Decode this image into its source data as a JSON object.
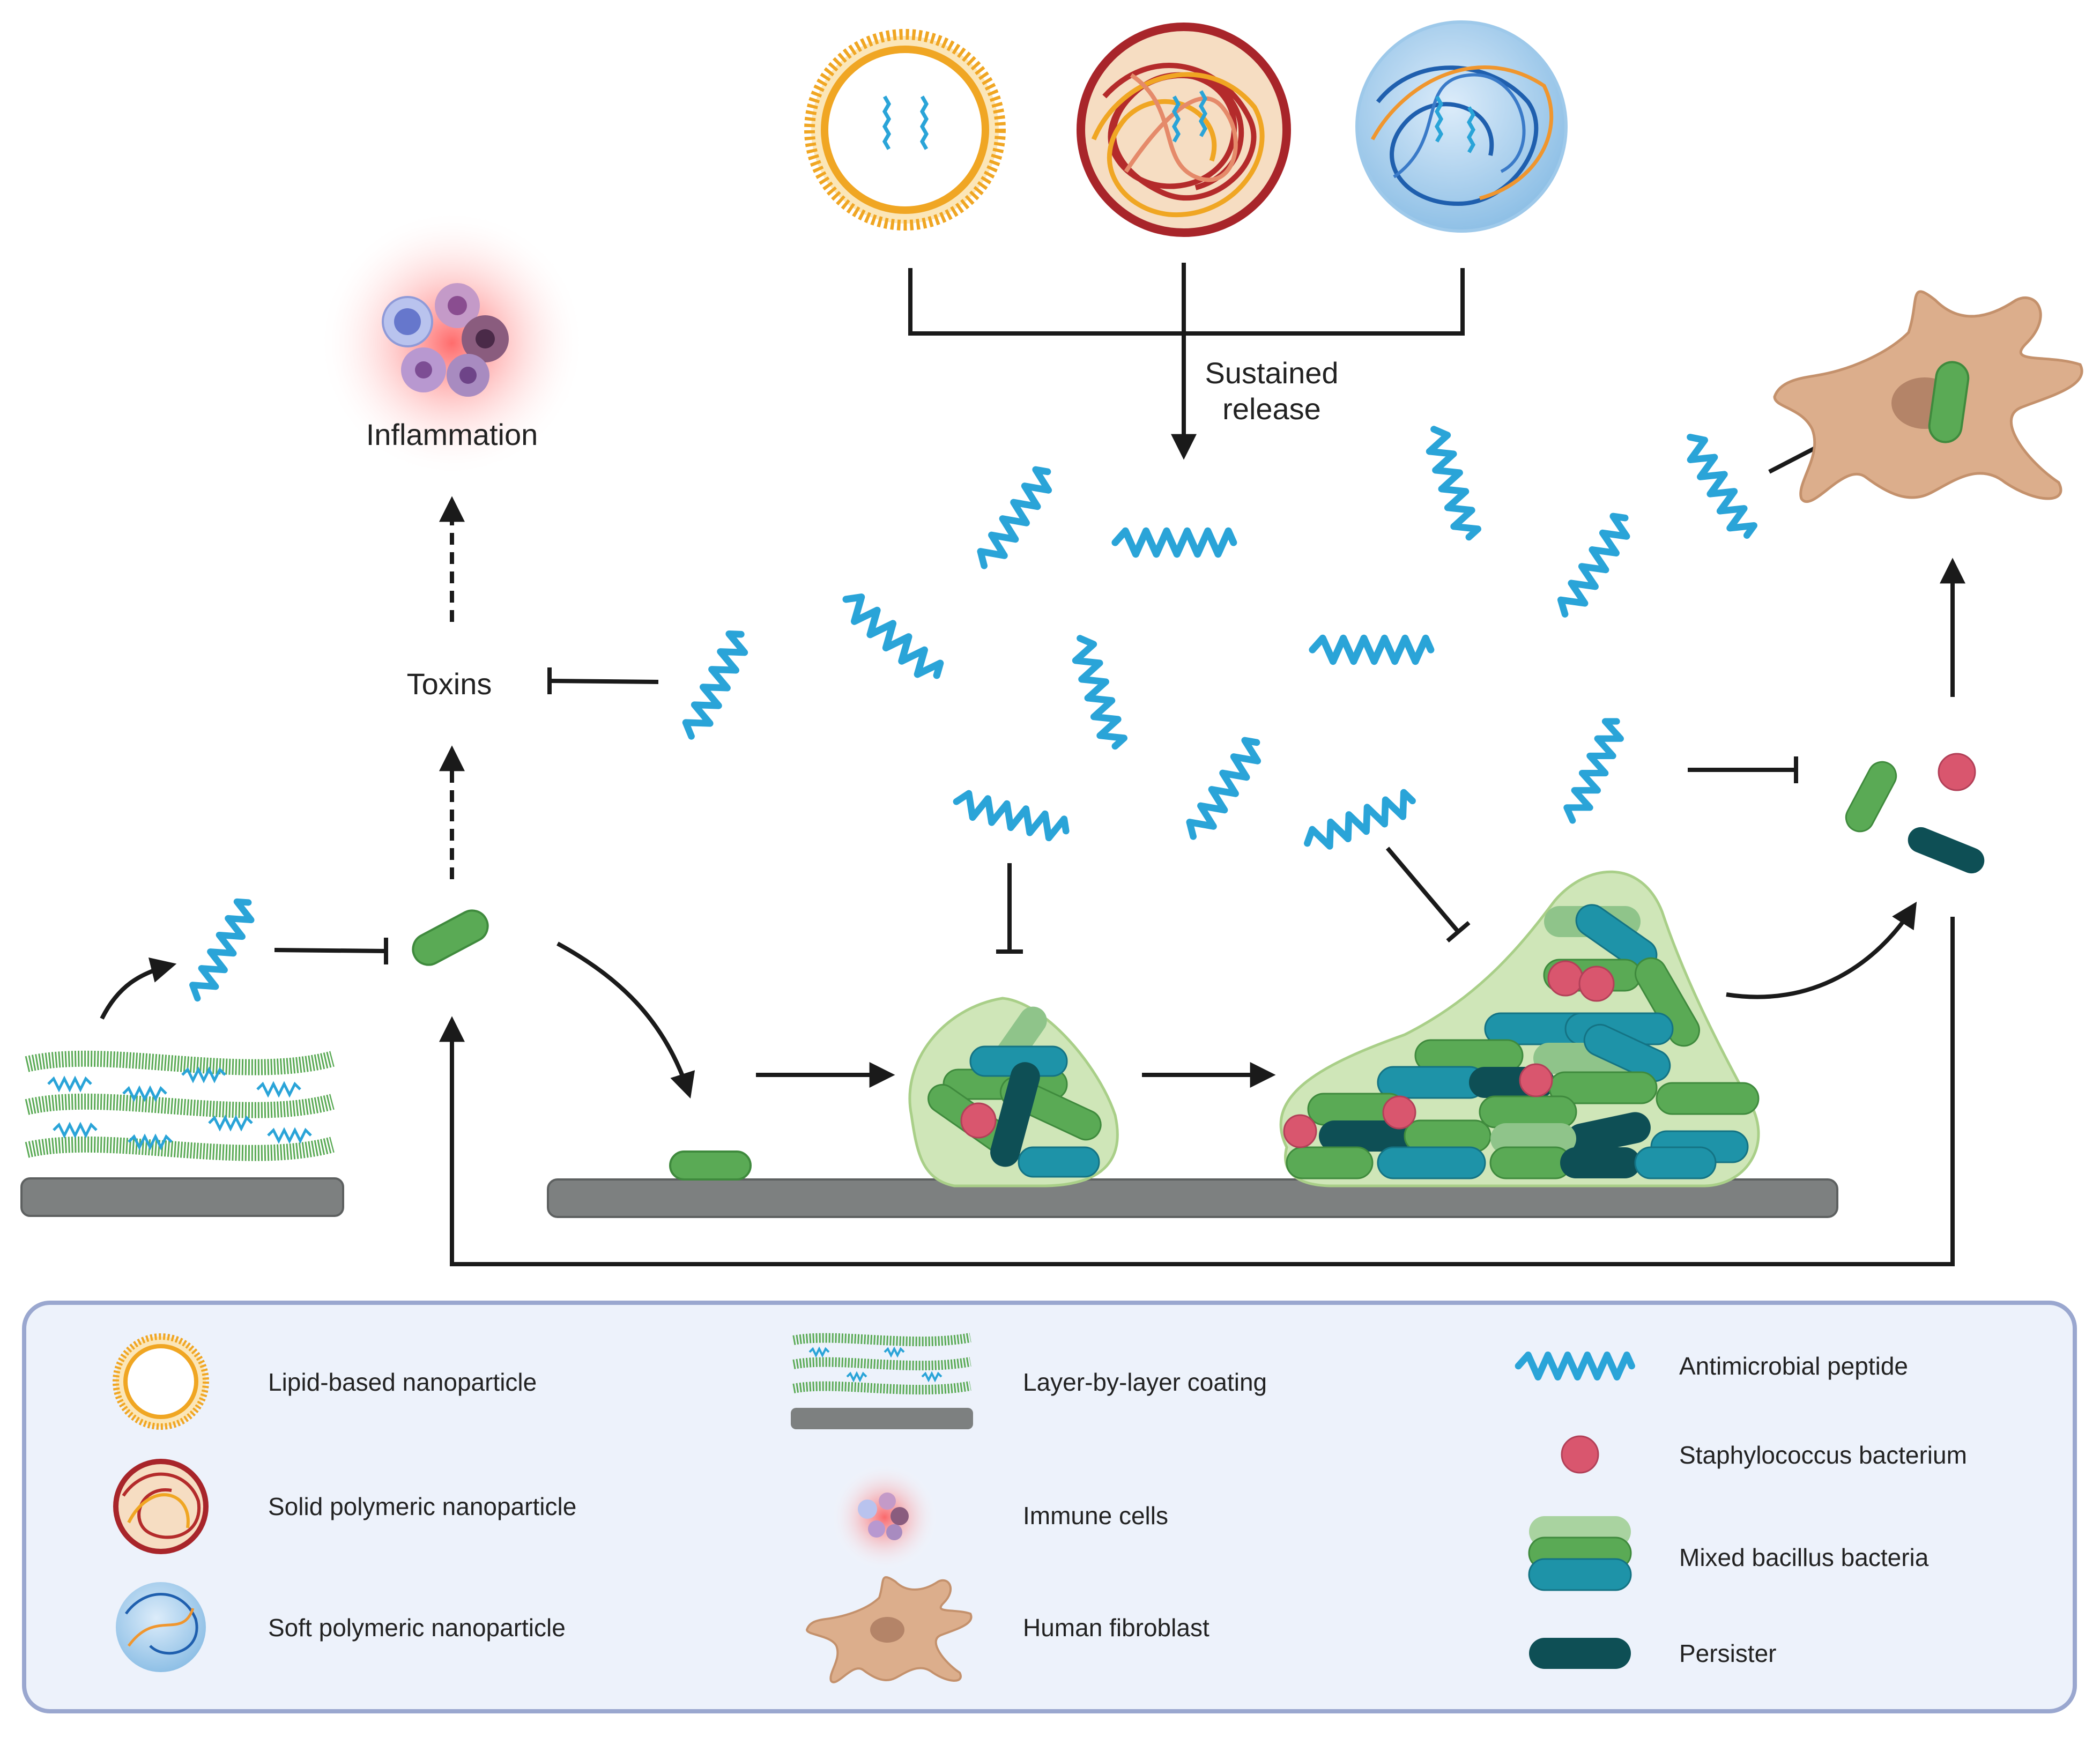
{
  "labels": {
    "inflammation": "Inflammation",
    "toxins": "Toxins",
    "sustained_release_1": "Sustained",
    "sustained_release_2": "release"
  },
  "legend": {
    "lipid": "Lipid-based nanoparticle",
    "solid": "Solid polymeric nanoparticle",
    "soft": "Soft polymeric nanoparticle",
    "lbl_coating": "Layer-by-layer coating",
    "immune": "Immune cells",
    "fibroblast": "Human fibroblast",
    "amp": "Antimicrobial peptide",
    "staph": "Staphylococcus bacterium",
    "bacillus": "Mixed bacillus bacteria",
    "persister": "Persister"
  },
  "colors": {
    "peptide": "#2aa4d8",
    "lipid": "#f0a623",
    "green_bacillus": "#5aaa55",
    "teal_bacillus": "#1e93a8",
    "persister": "#0e4f55",
    "staph": "#d9566e",
    "biofilm": "#cfe6b8",
    "surface": "#7d8080",
    "fibroblast": "#dcae8c",
    "legend_bg": "#edf2fb",
    "legend_border": "#9aa7cf"
  },
  "icons": [
    "lipid-nanoparticle-icon",
    "solid-polymeric-nanoparticle-icon",
    "soft-polymeric-nanoparticle-icon",
    "antimicrobial-peptide-icon",
    "bacillus-icon",
    "staphylococcus-icon",
    "persister-icon",
    "fibroblast-icon",
    "immune-cells-icon",
    "layer-by-layer-coating-icon"
  ]
}
